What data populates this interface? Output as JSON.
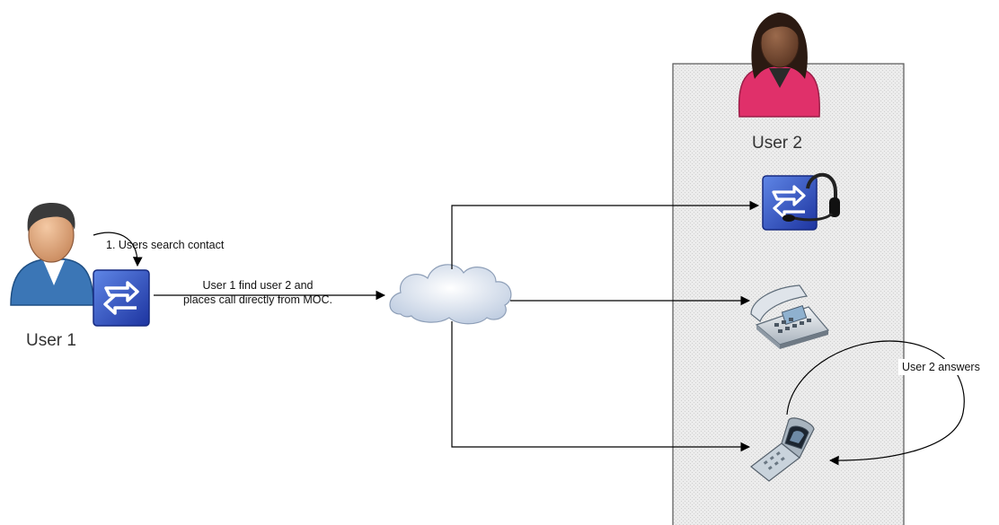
{
  "diagram": {
    "user1_label": "User 1",
    "user2_label": "User 2",
    "step1_label": "1. Users search contact",
    "call_label_line1": "User 1 find user 2 and",
    "call_label_line2": "places call directly from MOC.",
    "answer_label": "User 2 answers"
  },
  "colors": {
    "panel_fill": "#e9e9e9",
    "moc_blue": "#2a47b8",
    "user1_shirt": "#3b76b6",
    "user2_shirt": "#e0306a",
    "line": "#000000"
  },
  "icons": {
    "user1": "male-user-icon",
    "user2": "female-user-icon",
    "moc_client": "moc-client-icon",
    "moc_headset": "moc-headset-icon",
    "cloud": "network-cloud-icon",
    "desk_phone": "desk-phone-icon",
    "mobile_phone": "mobile-phone-icon"
  }
}
